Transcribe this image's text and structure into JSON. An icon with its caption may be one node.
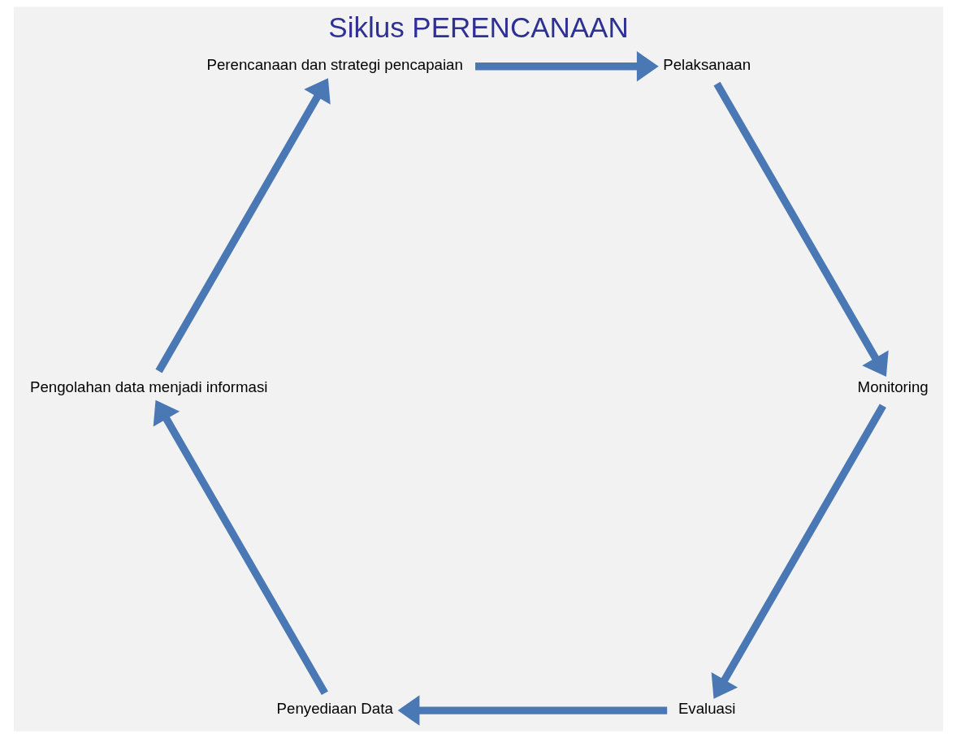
{
  "diagram": {
    "title": "Siklus PERENCANAAN",
    "nodes": [
      {
        "text": [
          "Evaluasi"
        ]
      },
      {
        "text": [
          "Penyediaan Data"
        ]
      },
      {
        "text": [
          "Pengolahan data menjadi informasi"
        ]
      },
      {
        "text": [
          "Perencanaan dan strategi pencapaian"
        ]
      },
      {
        "text": [
          "Pelaksanaan"
        ]
      },
      {
        "text": [
          "Monitoring"
        ]
      }
    ],
    "edges": [
      {
        "from": 0,
        "to": 1,
        "arrow": "to"
      },
      {
        "from": 1,
        "to": 2,
        "arrow": "to"
      },
      {
        "from": 2,
        "to": 3,
        "arrow": "to"
      },
      {
        "from": 3,
        "to": 4,
        "arrow": "to"
      },
      {
        "from": 4,
        "to": 5,
        "arrow": "to"
      },
      {
        "from": 5,
        "to": 0,
        "arrow": "to"
      }
    ]
  }
}
